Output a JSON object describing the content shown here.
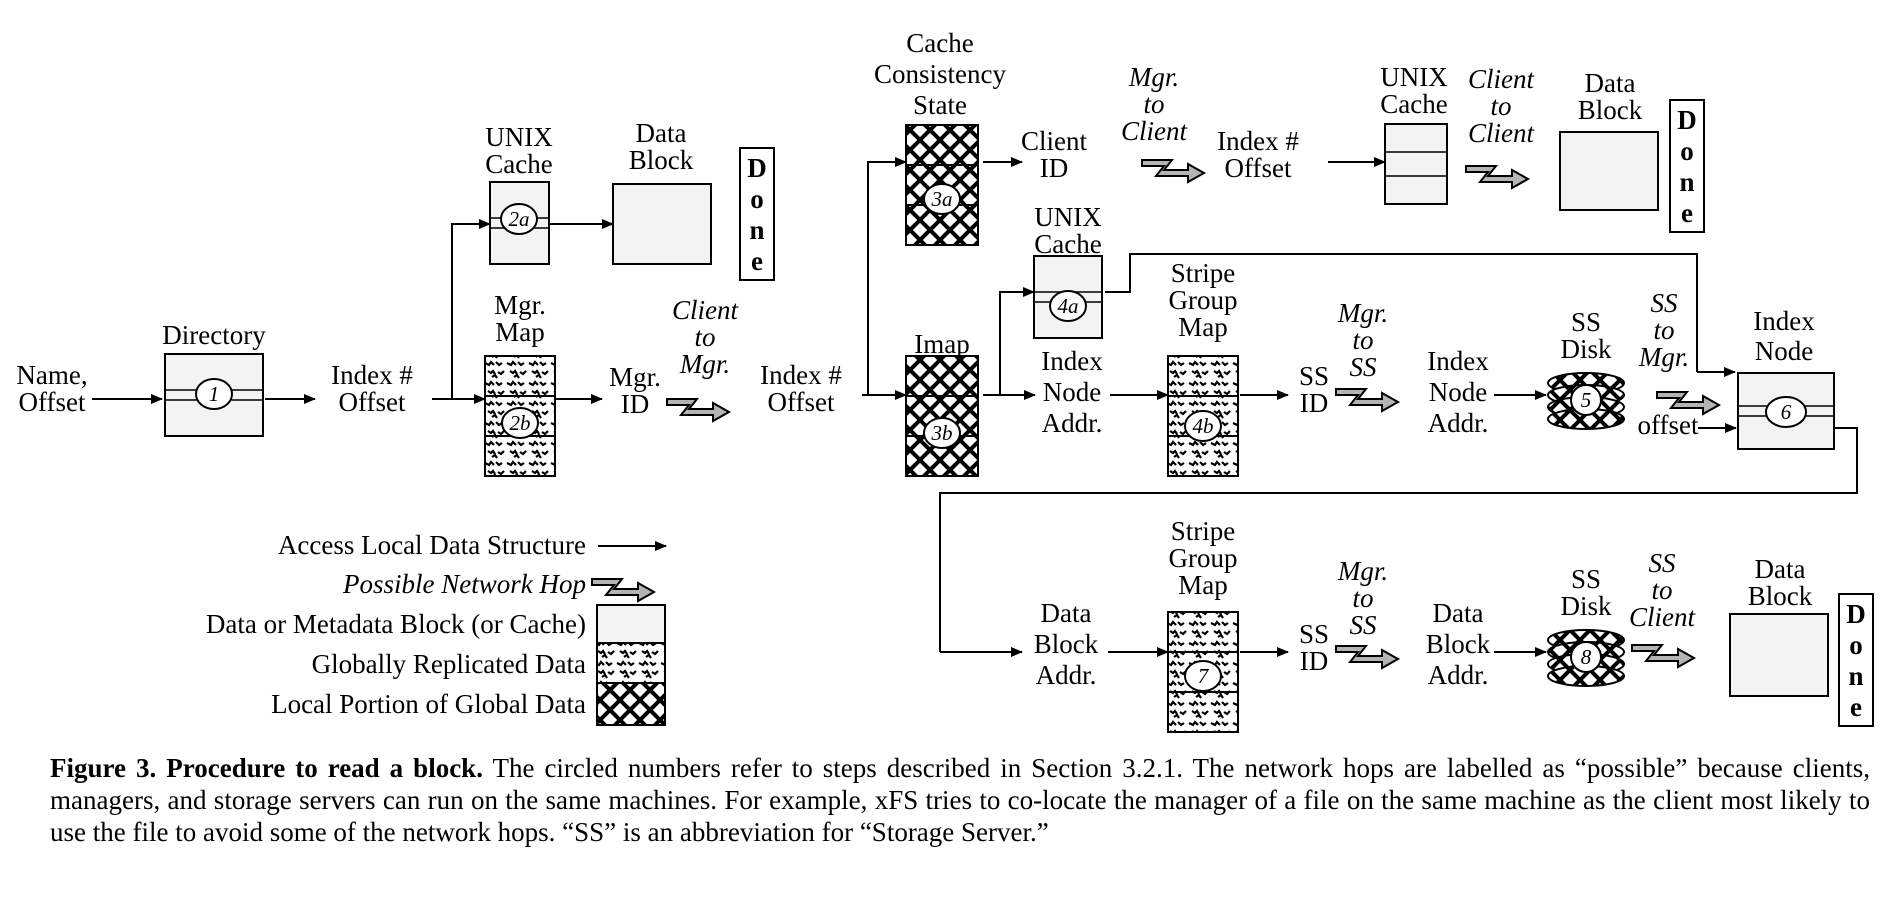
{
  "labels": {
    "name_offset": [
      "Name,",
      "Offset"
    ],
    "directory": "Directory",
    "index_offset_1": [
      "Index #",
      "Offset"
    ],
    "unix_cache_2a": [
      "UNIX",
      "Cache"
    ],
    "data_block_2a": [
      "Data",
      "Block"
    ],
    "mgr_map": [
      "Mgr.",
      "Map"
    ],
    "mgr_id": [
      "Mgr.",
      "ID"
    ],
    "client_to_mgr": [
      "Client",
      "to",
      "Mgr."
    ],
    "index_offset_2": [
      "Index #",
      "Offset"
    ],
    "cache_consistency": [
      "Cache",
      "Consistency",
      "State"
    ],
    "client_id": [
      "Client",
      "ID"
    ],
    "mgr_to_client": [
      "Mgr.",
      "to",
      "Client"
    ],
    "index_offset_3": [
      "Index #",
      "Offset"
    ],
    "unix_cache_top": [
      "UNIX",
      "Cache"
    ],
    "client_to_client": [
      "Client",
      "to",
      "Client"
    ],
    "data_block_top": [
      "Data",
      "Block"
    ],
    "unix_cache_4a": [
      "UNIX",
      "Cache"
    ],
    "imap": "Imap",
    "index_node_addr_1": [
      "Index",
      "Node",
      "Addr."
    ],
    "stripe_group_map_4b": [
      "Stripe",
      "Group",
      "Map"
    ],
    "mgr_to_ss_1": [
      "Mgr.",
      "to",
      "SS"
    ],
    "ss_id_1": [
      "SS",
      "ID"
    ],
    "index_node_addr_2": [
      "Index",
      "Node",
      "Addr."
    ],
    "ss_disk_5": [
      "SS",
      "Disk"
    ],
    "ss_to_mgr": [
      "SS",
      "to",
      "Mgr."
    ],
    "offset": "offset",
    "index_node": [
      "Index",
      "Node"
    ],
    "data_block_addr_1": [
      "Data",
      "Block",
      "Addr."
    ],
    "stripe_group_map_7": [
      "Stripe",
      "Group",
      "Map"
    ],
    "ss_id_2": [
      "SS",
      "ID"
    ],
    "mgr_to_ss_2": [
      "Mgr.",
      "to",
      "SS"
    ],
    "data_block_addr_2": [
      "Data",
      "Block",
      "Addr."
    ],
    "ss_disk_8": [
      "SS",
      "Disk"
    ],
    "ss_to_client": [
      "SS",
      "to",
      "Client"
    ],
    "data_block_bottom": [
      "Data",
      "Block"
    ],
    "done": [
      "D",
      "o",
      "n",
      "e"
    ]
  },
  "steps": {
    "s1": "1",
    "s2a": "2a",
    "s2b": "2b",
    "s3a": "3a",
    "s3b": "3b",
    "s4a": "4a",
    "s4b": "4b",
    "s5": "5",
    "s6": "6",
    "s7": "7",
    "s8": "8"
  },
  "legend": {
    "access_local": "Access Local Data Structure",
    "network_hop": "Possible Network Hop",
    "data_block": "Data or Metadata Block (or Cache)",
    "global_replicated": "Globally Replicated Data",
    "local_portion": "Local Portion of Global Data"
  },
  "caption": {
    "bold": "Figure 3. Procedure to read a block.",
    "text": " The circled numbers refer to steps described in Section 3.2.1. The network hops are labelled as “possible” because clients, managers, and storage servers can run on the same machines. For example, xFS tries to co-locate the manager of a file on the same machine as the client most likely to use the file to avoid some of the network hops. “SS” is an abbreviation for “Storage Server.”"
  }
}
